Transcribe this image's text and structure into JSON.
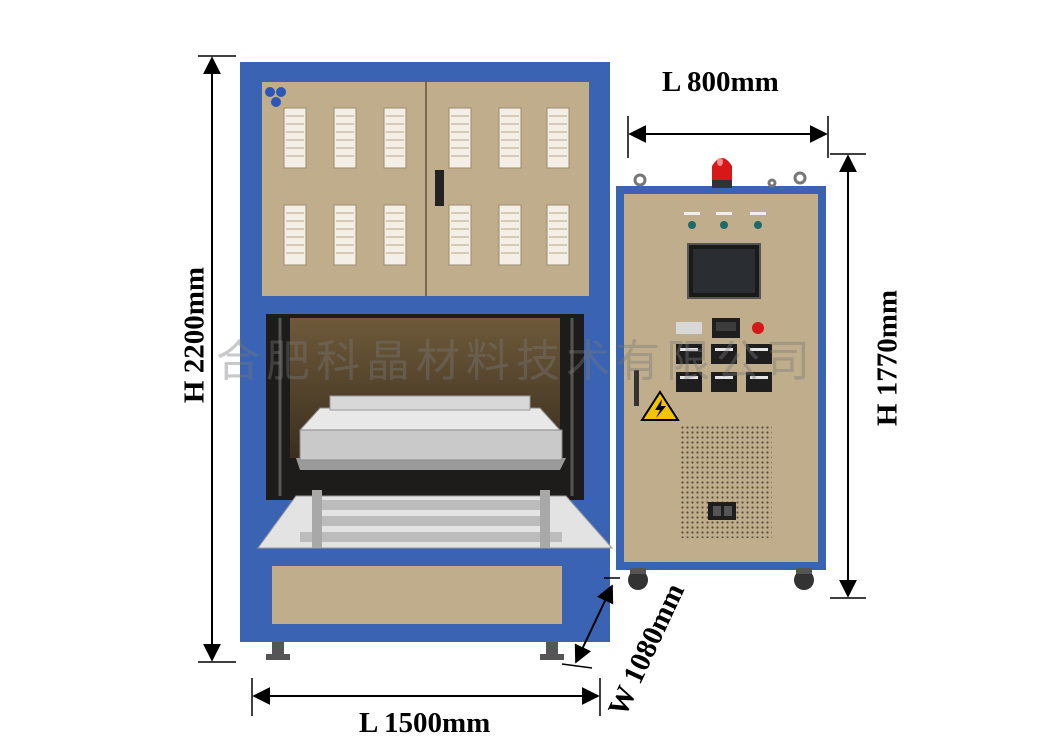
{
  "dimensions": {
    "furnace_length": "L 1500mm",
    "furnace_height": "H 2200mm",
    "furnace_width": "W 1080mm",
    "cabinet_length": "L 800mm",
    "cabinet_height": "H 1770mm"
  },
  "watermark": "合肥科晶材料技术有限公司",
  "colors": {
    "frame_blue": "#3b63b3",
    "panel_beige": "#bfad8c",
    "warning_yellow": "#f2c400",
    "alarm_red": "#d81818"
  },
  "icons": {
    "logo": "company-logo-icon",
    "warning": "high-voltage-warning-icon",
    "alarm": "alarm-lamp-icon"
  }
}
